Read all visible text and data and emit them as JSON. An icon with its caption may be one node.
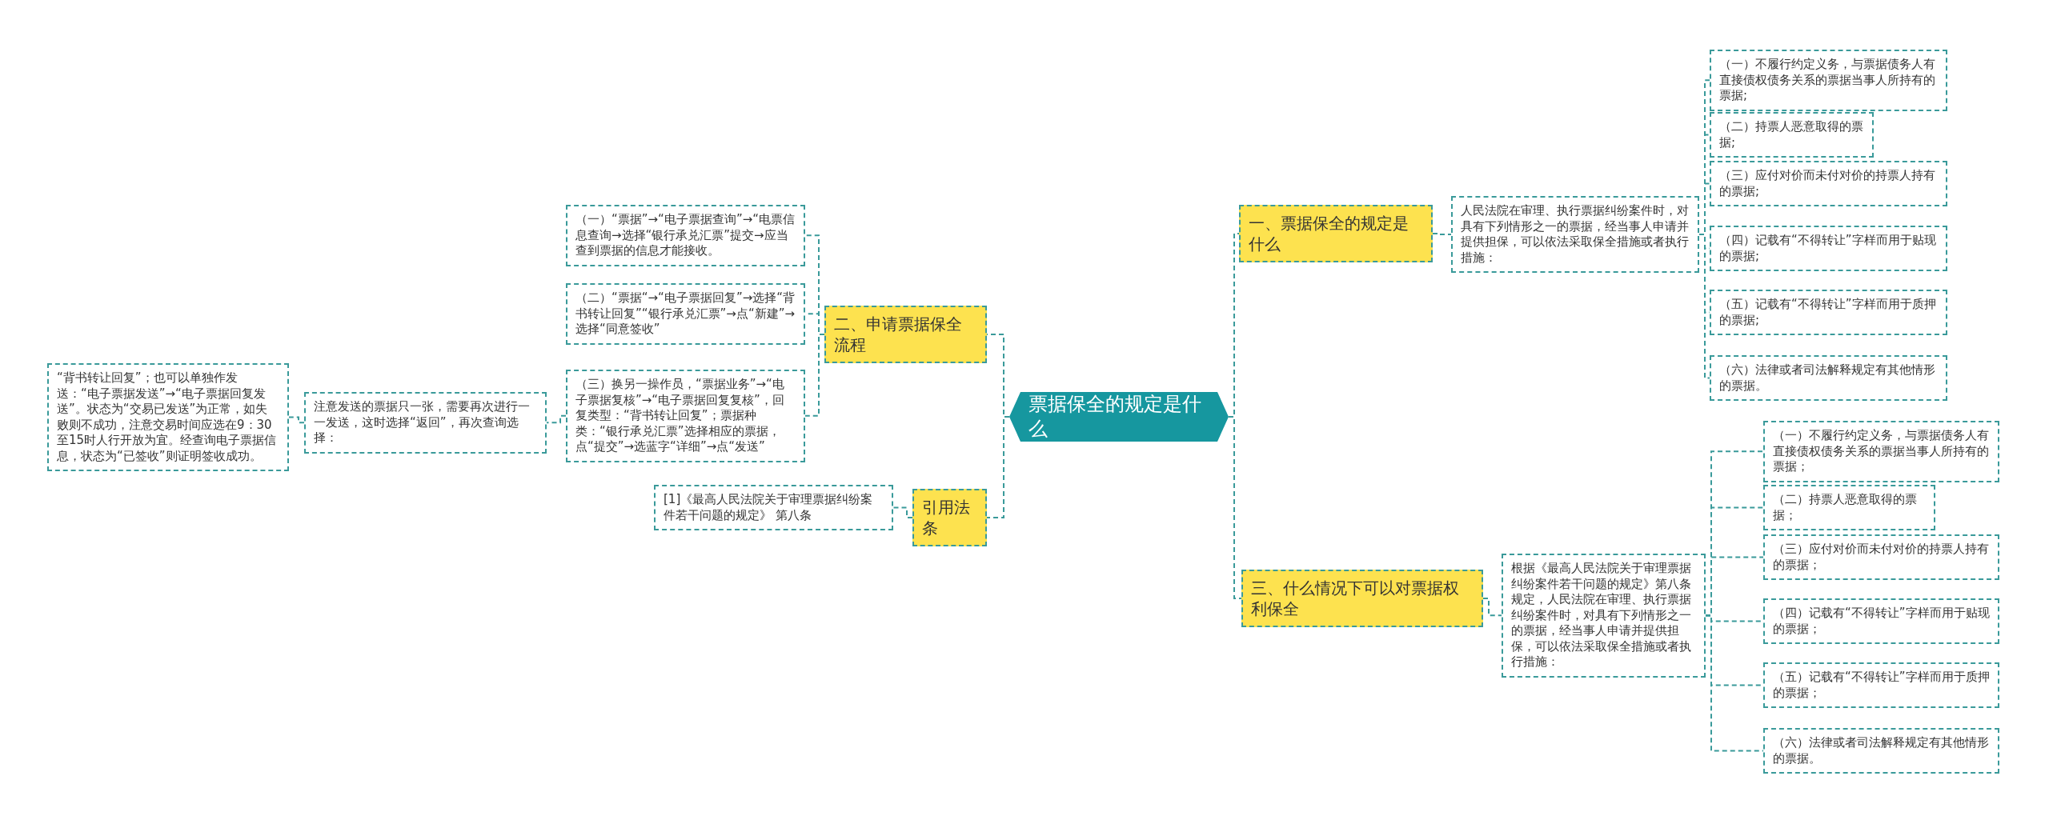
{
  "diagram": {
    "nodes": [
      {
        "text": [
          "票据保全的规定是什么"
        ]
      },
      {
        "text": [
          "一、票据保全的规定是什么"
        ]
      },
      {
        "text": [
          "人民法院在审理、执行票据纠纷案件时，对具有下列情形之一的票据，经当事人申请并提供担保，可以依法采取保全措施或者执行措施："
        ]
      },
      {
        "text": [
          "（一）不履行约定义务，与票据债务人有直接债权债务关系的票据当事人所持有的票据;"
        ]
      },
      {
        "text": [
          "（二）持票人恶意取得的票据;"
        ]
      },
      {
        "text": [
          "（三）应付对价而未付对价的持票人持有的票据;"
        ]
      },
      {
        "text": [
          "（四）记载有“不得转让”字样而用于贴现的票据;"
        ]
      },
      {
        "text": [
          "（五）记载有“不得转让”字样而用于质押的票据;"
        ]
      },
      {
        "text": [
          "（六）法律或者司法解释规定有其他情形的票据。"
        ]
      },
      {
        "text": [
          "三、什么情况下可以对票据权利保全"
        ]
      },
      {
        "text": [
          "根据《最高人民法院关于审理票据纠纷案件若干问题的规定》第八条规定，人民法院在审理、执行票据纠纷案件时，对具有下列情形之一的票据，经当事人申请并提供担保，可以依法采取保全措施或者执行措施："
        ]
      },
      {
        "text": [
          "（一）不履行约定义务，与票据债务人有直接债权债务关系的票据当事人所持有的票据；"
        ]
      },
      {
        "text": [
          "（二）持票人恶意取得的票据；"
        ]
      },
      {
        "text": [
          "（三）应付对价而未付对价的持票人持有的票据；"
        ]
      },
      {
        "text": [
          "（四）记载有“不得转让”字样而用于贴现的票据；"
        ]
      },
      {
        "text": [
          "（五）记载有“不得转让”字样而用于质押的票据；"
        ]
      },
      {
        "text": [
          "（六）法律或者司法解释规定有其他情形的票据。"
        ]
      },
      {
        "text": [
          "二、申请票据保全流程"
        ]
      },
      {
        "text": [
          "（一）“票据”→“电子票据查询”→“电票信息查询→选择“银行承兑汇票”提交→应当查到票据的信息才能接收。"
        ]
      },
      {
        "text": [
          "（二）“票据“→“电子票据回复”→选择“背书转让回复”“银行承兑汇票”→点“新建”→选择“同意签收”"
        ]
      },
      {
        "text": [
          "（三）换另一操作员，“票据业务”→“电子票据复核”→“电子票据回复复核”，回复类型：“背书转让回复”；票据种类：“银行承兑汇票”选择相应的票据，点“提交”→选蓝字“详细”→点“发送”"
        ]
      },
      {
        "text": [
          "注意发送的票据只一张，需要再次进行一一发送，这时选择“返回”，再次查询选择："
        ]
      },
      {
        "text": [
          "“背书转让回复”；也可以单独作发送：“电子票据发送”→“电子票据回复发送”。状态为“交易已发送”为正常，如失败则不成功，注意交易时间应选在9：30至15时人行开放为宜。经查询电子票据信息，状态为“已签收”则证明签收成功。"
        ]
      },
      {
        "text": [
          "引用法条"
        ]
      },
      {
        "text": [
          "[1]《最高人民法院关于审理票据纠纷案件若干问题的规定》 第八条"
        ]
      }
    ],
    "edges": [
      {
        "from": 0,
        "to": 1,
        "arrow": "none"
      },
      {
        "from": 1,
        "to": 2,
        "arrow": "none"
      },
      {
        "from": 2,
        "to": 3,
        "arrow": "none"
      },
      {
        "from": 2,
        "to": 4,
        "arrow": "none"
      },
      {
        "from": 2,
        "to": 5,
        "arrow": "none"
      },
      {
        "from": 2,
        "to": 6,
        "arrow": "none"
      },
      {
        "from": 2,
        "to": 7,
        "arrow": "none"
      },
      {
        "from": 2,
        "to": 8,
        "arrow": "none"
      },
      {
        "from": 0,
        "to": 9,
        "arrow": "none"
      },
      {
        "from": 9,
        "to": 10,
        "arrow": "none"
      },
      {
        "from": 10,
        "to": 11,
        "arrow": "none"
      },
      {
        "from": 10,
        "to": 12,
        "arrow": "none"
      },
      {
        "from": 10,
        "to": 13,
        "arrow": "none"
      },
      {
        "from": 10,
        "to": 14,
        "arrow": "none"
      },
      {
        "from": 10,
        "to": 15,
        "arrow": "none"
      },
      {
        "from": 10,
        "to": 16,
        "arrow": "none"
      },
      {
        "from": 0,
        "to": 17,
        "arrow": "none"
      },
      {
        "from": 17,
        "to": 18,
        "arrow": "none"
      },
      {
        "from": 17,
        "to": 19,
        "arrow": "none"
      },
      {
        "from": 17,
        "to": 20,
        "arrow": "none"
      },
      {
        "from": 20,
        "to": 21,
        "arrow": "none"
      },
      {
        "from": 21,
        "to": 22,
        "arrow": "none"
      },
      {
        "from": 0,
        "to": 23,
        "arrow": "none"
      },
      {
        "from": 23,
        "to": 24,
        "arrow": "none"
      }
    ]
  }
}
